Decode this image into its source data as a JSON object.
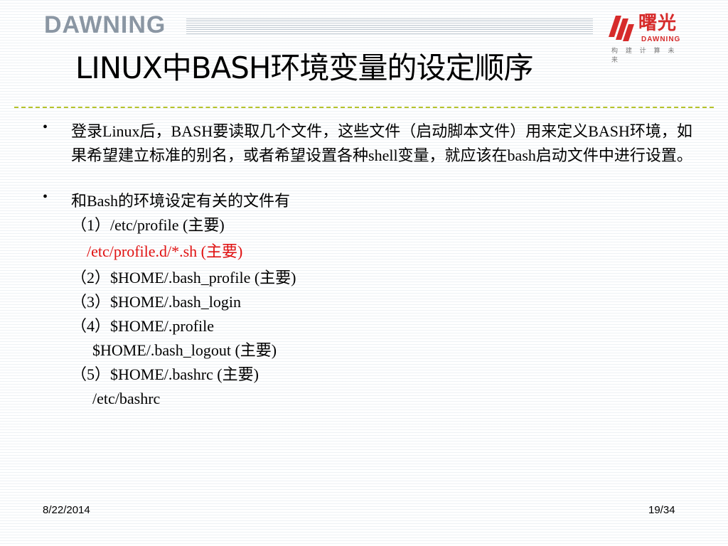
{
  "header": {
    "brand_left": "DAWNING",
    "brand_right_cn": "曙光",
    "brand_right_en": "DAWNING",
    "brand_right_slogan": "构 建 计 算 未 来"
  },
  "slide": {
    "title": "LINUX中BASH环境变量的设定顺序",
    "bullets": [
      {
        "text": "登录Linux后，BASH要读取几个文件，这些文件（启动脚本文件）用来定义BASH环境，如果希望建立标准的别名，或者希望设置各种shell变量，就应该在bash启动文件中进行设置。"
      },
      {
        "text": "和Bash的环境设定有关的文件有"
      }
    ],
    "file_lines": [
      {
        "text": "（1）/etc/profile (主要)",
        "style": "normal"
      },
      {
        "text": "/etc/profile.d/*.sh (主要)",
        "style": "red"
      },
      {
        "text": "（2）$HOME/.bash_profile (主要)",
        "style": "normal"
      },
      {
        "text": "（3）$HOME/.bash_login",
        "style": "normal"
      },
      {
        "text": "（4）$HOME/.profile",
        "style": "normal"
      },
      {
        "text": "$HOME/.bash_logout (主要)",
        "style": "indent"
      },
      {
        "text": "（5）$HOME/.bashrc (主要)",
        "style": "normal"
      },
      {
        "text": "/etc/bashrc",
        "style": "indent"
      }
    ]
  },
  "footer": {
    "date": "8/22/2014",
    "page": "19/34"
  },
  "colors": {
    "accent_red": "#e01010",
    "rule_green": "#b5c22a",
    "brand_gray": "#8a96a3",
    "logo_red": "#d62b2b"
  }
}
